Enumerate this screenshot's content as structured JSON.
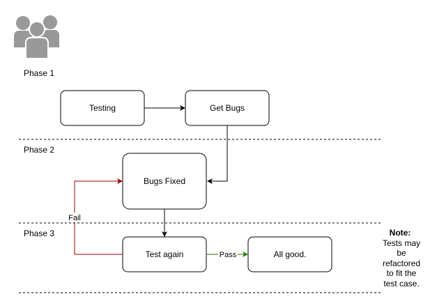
{
  "diagram": {
    "phases": [
      {
        "id": "phase1",
        "label": "Phase 1"
      },
      {
        "id": "phase2",
        "label": "Phase 2"
      },
      {
        "id": "phase3",
        "label": "Phase 3"
      }
    ],
    "nodes": {
      "testing": "Testing",
      "get_bugs": "Get Bugs",
      "bugs_fixed": "Bugs Fixed",
      "test_again": "Test again",
      "all_good": "All good."
    },
    "edges": {
      "fail_label": "Fail",
      "pass_label": "Pass"
    },
    "note": {
      "title": "Note:",
      "lines": [
        "Tests may",
        "be",
        "refactored",
        "to fit the",
        "test case."
      ]
    },
    "colors": {
      "stroke": "#000000",
      "fail": "#990000",
      "pass": "#2D7600",
      "users_icon": "#999999"
    },
    "icons": {
      "header": "users-group-icon"
    }
  }
}
